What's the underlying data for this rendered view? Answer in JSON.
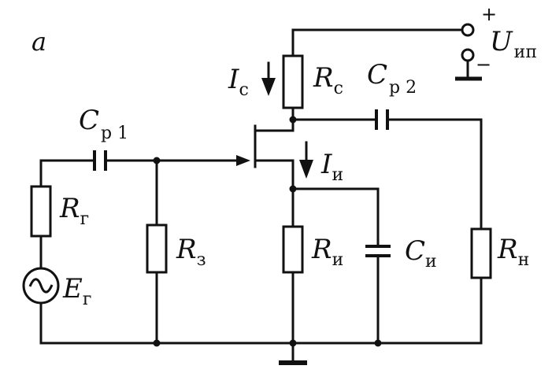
{
  "figure": {
    "panel_label": "a"
  },
  "supply": {
    "symbol": "U",
    "subscript": "ип",
    "plus": "+",
    "minus": "−"
  },
  "labels": {
    "drain_current": {
      "symbol": "I",
      "subscript": "с"
    },
    "source_current": {
      "symbol": "I",
      "subscript": "и"
    },
    "drain_resistor": {
      "symbol": "R",
      "subscript": "с"
    },
    "coupling_cap_out": {
      "symbol": "C",
      "subscript": "р 2"
    },
    "coupling_cap_in": {
      "symbol": "C",
      "subscript": "р 1"
    },
    "generator_resistor": {
      "symbol": "R",
      "subscript": "г"
    },
    "generator_emf": {
      "symbol": "E",
      "subscript": "г"
    },
    "gate_resistor": {
      "symbol": "R",
      "subscript": "з"
    },
    "source_resistor": {
      "symbol": "R",
      "subscript": "и"
    },
    "source_cap": {
      "symbol": "C",
      "subscript": "и"
    },
    "load_resistor": {
      "symbol": "R",
      "subscript": "н"
    }
  }
}
